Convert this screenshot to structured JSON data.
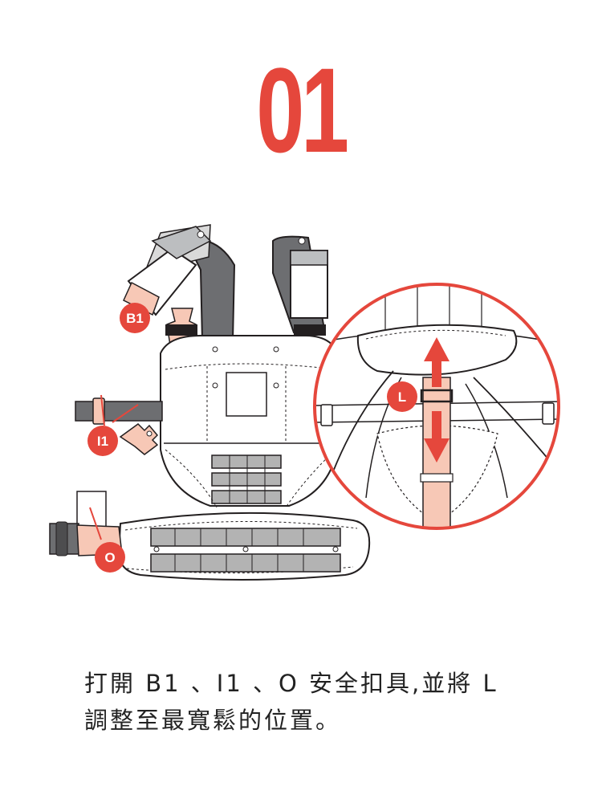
{
  "step": {
    "number": "01"
  },
  "callouts": {
    "b1": "B1",
    "i1": "I1",
    "o": "O",
    "l": "L"
  },
  "instructions": {
    "line1": "打開 B1 、I1 、O 安全扣具,並將 L",
    "line2": "調整至最寬鬆的位置。"
  },
  "colors": {
    "accent": "#e5473c",
    "highlight": "#f7c8b6",
    "strap": "#6d6e71",
    "outline": "#231f20"
  }
}
